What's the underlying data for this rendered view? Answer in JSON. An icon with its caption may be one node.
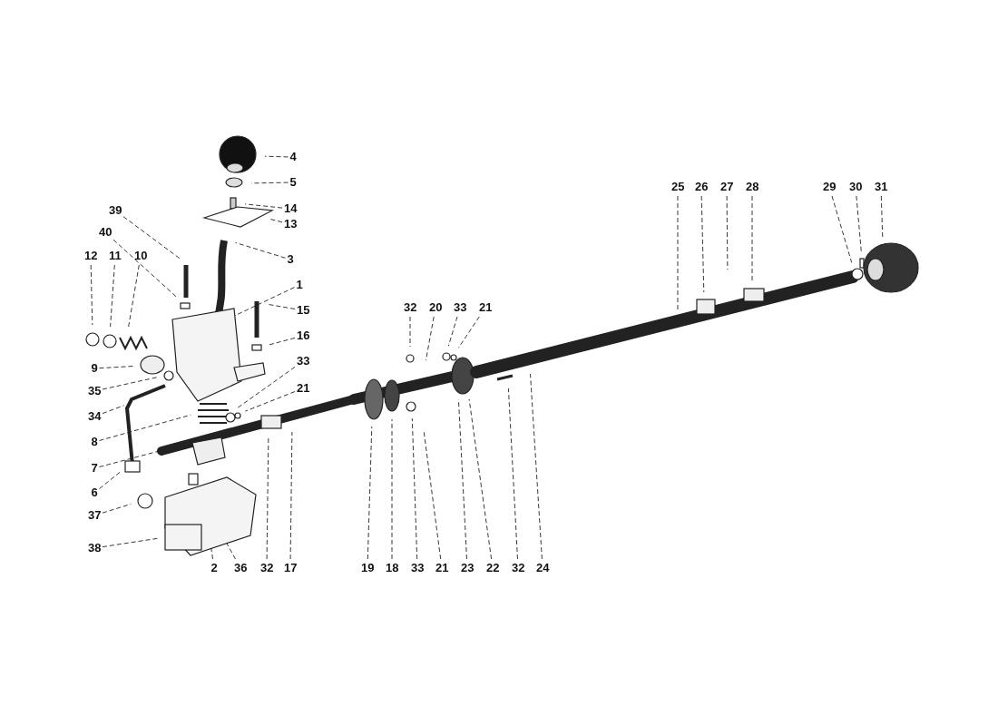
{
  "diagram": {
    "nodes": [
      {
        "text": [
          "4"
        ]
      },
      {
        "text": [
          "5"
        ]
      },
      {
        "text": [
          "25"
        ]
      },
      {
        "text": [
          "26"
        ]
      },
      {
        "text": [
          "27"
        ]
      },
      {
        "text": [
          "28"
        ]
      },
      {
        "text": [
          "29"
        ]
      },
      {
        "text": [
          "30"
        ]
      },
      {
        "text": [
          "31"
        ]
      },
      {
        "text": [
          "14"
        ]
      },
      {
        "text": [
          "39"
        ]
      },
      {
        "text": [
          "13"
        ]
      },
      {
        "text": [
          "40"
        ]
      },
      {
        "text": [
          "3"
        ]
      },
      {
        "text": [
          "12"
        ]
      },
      {
        "text": [
          "11"
        ]
      },
      {
        "text": [
          "10"
        ]
      },
      {
        "text": [
          "1"
        ]
      },
      {
        "text": [
          "15"
        ]
      },
      {
        "text": [
          "32"
        ]
      },
      {
        "text": [
          "20"
        ]
      },
      {
        "text": [
          "33"
        ]
      },
      {
        "text": [
          "21"
        ]
      },
      {
        "text": [
          "9"
        ]
      },
      {
        "text": [
          "16"
        ]
      },
      {
        "text": [
          "35"
        ]
      },
      {
        "text": [
          "33"
        ]
      },
      {
        "text": [
          "34"
        ]
      },
      {
        "text": [
          "21"
        ]
      },
      {
        "text": [
          "8"
        ]
      },
      {
        "text": [
          "7"
        ]
      },
      {
        "text": [
          "6"
        ]
      },
      {
        "text": [
          "37"
        ]
      },
      {
        "text": [
          "38"
        ]
      },
      {
        "text": [
          "2"
        ]
      },
      {
        "text": [
          "36"
        ]
      },
      {
        "text": [
          "32"
        ]
      },
      {
        "text": [
          "17"
        ]
      },
      {
        "text": [
          "19"
        ]
      },
      {
        "text": [
          "18"
        ]
      },
      {
        "text": [
          "33"
        ]
      },
      {
        "text": [
          "21"
        ]
      },
      {
        "text": [
          "23"
        ]
      },
      {
        "text": [
          "22"
        ]
      },
      {
        "text": [
          "32"
        ]
      },
      {
        "text": [
          "24"
        ]
      }
    ],
    "edges": [
      {
        "from": 0,
        "to": null,
        "arrow": "none"
      },
      {
        "from": 1,
        "to": null,
        "arrow": "none"
      },
      {
        "from": 2,
        "to": null,
        "arrow": "none"
      },
      {
        "from": 3,
        "to": null,
        "arrow": "none"
      },
      {
        "from": 4,
        "to": null,
        "arrow": "none"
      },
      {
        "from": 5,
        "to": null,
        "arrow": "none"
      },
      {
        "from": 6,
        "to": null,
        "arrow": "none"
      },
      {
        "from": 7,
        "to": null,
        "arrow": "none"
      },
      {
        "from": 8,
        "to": null,
        "arrow": "none"
      },
      {
        "from": 9,
        "to": null,
        "arrow": "none"
      },
      {
        "from": 10,
        "to": null,
        "arrow": "none"
      },
      {
        "from": 11,
        "to": null,
        "arrow": "none"
      },
      {
        "from": 12,
        "to": null,
        "arrow": "none"
      },
      {
        "from": 13,
        "to": null,
        "arrow": "none"
      },
      {
        "from": 14,
        "to": null,
        "arrow": "none"
      },
      {
        "from": 15,
        "to": null,
        "arrow": "none"
      },
      {
        "from": 16,
        "to": null,
        "arrow": "none"
      },
      {
        "from": 17,
        "to": null,
        "arrow": "none"
      },
      {
        "from": 18,
        "to": null,
        "arrow": "none"
      },
      {
        "from": 19,
        "to": null,
        "arrow": "none"
      },
      {
        "from": 20,
        "to": null,
        "arrow": "none"
      },
      {
        "from": 21,
        "to": null,
        "arrow": "none"
      },
      {
        "from": 22,
        "to": null,
        "arrow": "none"
      },
      {
        "from": 23,
        "to": null,
        "arrow": "none"
      },
      {
        "from": 24,
        "to": null,
        "arrow": "none"
      },
      {
        "from": 25,
        "to": null,
        "arrow": "none"
      },
      {
        "from": 26,
        "to": null,
        "arrow": "none"
      },
      {
        "from": 27,
        "to": null,
        "arrow": "none"
      },
      {
        "from": 28,
        "to": null,
        "arrow": "none"
      },
      {
        "from": 29,
        "to": null,
        "arrow": "none"
      },
      {
        "from": 30,
        "to": null,
        "arrow": "none"
      },
      {
        "from": 31,
        "to": null,
        "arrow": "none"
      },
      {
        "from": 32,
        "to": null,
        "arrow": "none"
      },
      {
        "from": 33,
        "to": null,
        "arrow": "none"
      },
      {
        "from": 34,
        "to": null,
        "arrow": "none"
      },
      {
        "from": 35,
        "to": null,
        "arrow": "none"
      },
      {
        "from": 36,
        "to": null,
        "arrow": "none"
      },
      {
        "from": 37,
        "to": null,
        "arrow": "none"
      },
      {
        "from": 38,
        "to": null,
        "arrow": "none"
      },
      {
        "from": 39,
        "to": null,
        "arrow": "none"
      },
      {
        "from": 40,
        "to": null,
        "arrow": "none"
      },
      {
        "from": 41,
        "to": null,
        "arrow": "none"
      },
      {
        "from": 42,
        "to": null,
        "arrow": "none"
      },
      {
        "from": 43,
        "to": null,
        "arrow": "none"
      },
      {
        "from": 44,
        "to": null,
        "arrow": "none"
      },
      {
        "from": 45,
        "to": null,
        "arrow": "none"
      }
    ]
  }
}
